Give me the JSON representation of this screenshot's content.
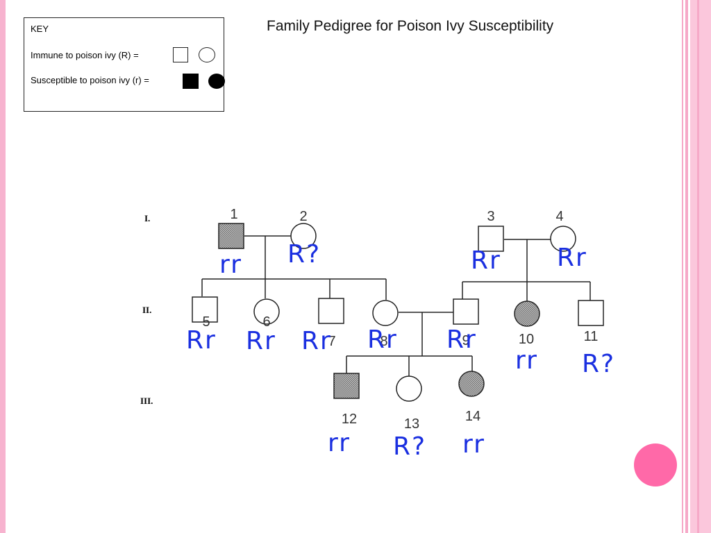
{
  "title": "Family Pedigree for Poison Ivy Susceptibility",
  "key": {
    "heading": "KEY",
    "immune_label": "Immune to poison ivy (R) =",
    "susceptible_label": "Susceptible to poison ivy (r) ="
  },
  "generations": [
    "I.",
    "II.",
    "III."
  ],
  "individuals": [
    {
      "id": "1",
      "sex": "male",
      "affected": true,
      "genotype": "rr"
    },
    {
      "id": "2",
      "sex": "female",
      "affected": false,
      "genotype": "R?"
    },
    {
      "id": "3",
      "sex": "male",
      "affected": false,
      "genotype": "Rr"
    },
    {
      "id": "4",
      "sex": "female",
      "affected": false,
      "genotype": "Rr"
    },
    {
      "id": "5",
      "sex": "male",
      "affected": false,
      "genotype": "Rr"
    },
    {
      "id": "6",
      "sex": "female",
      "affected": false,
      "genotype": "Rr"
    },
    {
      "id": "7",
      "sex": "male",
      "affected": false,
      "genotype": "Rr"
    },
    {
      "id": "8",
      "sex": "female",
      "affected": false,
      "genotype": "Rr"
    },
    {
      "id": "9",
      "sex": "male",
      "affected": false,
      "genotype": "Rr"
    },
    {
      "id": "10",
      "sex": "female",
      "affected": true,
      "genotype": "rr"
    },
    {
      "id": "11",
      "sex": "male",
      "affected": false,
      "genotype": "R?"
    },
    {
      "id": "12",
      "sex": "male",
      "affected": true,
      "genotype": "rr"
    },
    {
      "id": "13",
      "sex": "female",
      "affected": false,
      "genotype": "R?"
    },
    {
      "id": "14",
      "sex": "female",
      "affected": true,
      "genotype": "rr"
    }
  ],
  "colors": {
    "annotation": "#1a2fe0",
    "affected_fill": "#a8a8a8",
    "frame_pink": "#f7b3cf",
    "dot_pink": "#ff69a8"
  }
}
